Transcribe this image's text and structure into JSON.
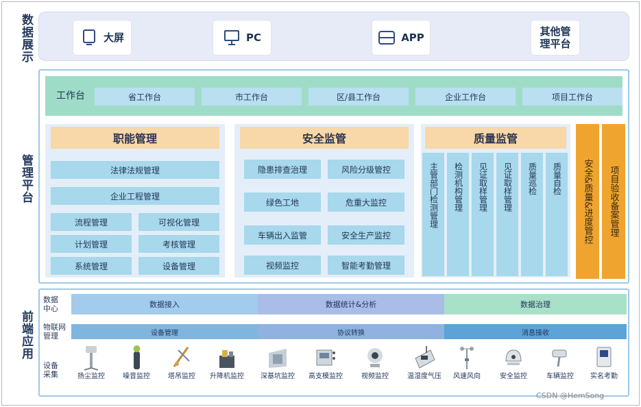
{
  "side_labels": {
    "display": "数据展示",
    "management": "管理平台",
    "frontend": "前端应用"
  },
  "display": {
    "cards": [
      {
        "label": "大屏",
        "icon": "monitor-icon"
      },
      {
        "label": "PC",
        "icon": "desktop-icon"
      },
      {
        "label": "APP",
        "icon": "tablet-icon"
      },
      {
        "label": "其他管理平台",
        "icon": ""
      }
    ]
  },
  "workbench": {
    "label": "工作台",
    "items": [
      "省工作台",
      "市工作台",
      "区/县工作台",
      "企业工作台",
      "项目工作台"
    ]
  },
  "functional": {
    "title": "职能管理",
    "rows_full": [
      "法律法规管理",
      "企业工程管理"
    ],
    "grid": [
      "流程管理",
      "可视化管理",
      "计划管理",
      "考核管理",
      "系统管理",
      "设备管理"
    ]
  },
  "safety": {
    "title": "安全监管",
    "grid": [
      "隐患排查治理",
      "风险分级管控",
      "绿色工地",
      "危重大监控",
      "车辆出入监管",
      "安全生产监控",
      "视频监控",
      "智能考勤管理"
    ]
  },
  "quality": {
    "title": "质量监管",
    "columns": [
      "主管部门检测管理",
      "检测机构管理",
      "见证取样管理",
      "见证取样管理",
      "质量巡检",
      "质量自检"
    ]
  },
  "orange": [
    "安全&质量&进度管控",
    "项目验收备案管理"
  ],
  "frontend": {
    "data_center_label": "数据中心",
    "iot_label": "物联网管理",
    "device_label": "设备采集",
    "data_center": [
      "数据接入",
      "数据统计&分析",
      "数据治理"
    ],
    "iot": [
      "设备管理",
      "协议转换",
      "消息接收"
    ],
    "devices": [
      {
        "label": "扬尘监控",
        "icon": "dust-sensor-icon"
      },
      {
        "label": "噪音监控",
        "icon": "noise-meter-icon"
      },
      {
        "label": "塔吊监控",
        "icon": "tower-crane-icon"
      },
      {
        "label": "升降机监控",
        "icon": "elevator-icon"
      },
      {
        "label": "深基坑监控",
        "icon": "foundation-pit-icon"
      },
      {
        "label": "高支模监控",
        "icon": "formwork-icon"
      },
      {
        "label": "视频监控",
        "icon": "camera-icon"
      },
      {
        "label": "温湿度气压",
        "icon": "thermometer-icon"
      },
      {
        "label": "风速风向",
        "icon": "anemometer-icon"
      },
      {
        "label": "安全监控",
        "icon": "helmet-icon"
      },
      {
        "label": "车辆监控",
        "icon": "vehicle-camera-icon"
      },
      {
        "label": "实名考勤",
        "icon": "attendance-icon"
      }
    ]
  },
  "watermark": "CSDN @HemSong",
  "colors": {
    "display_band": "#e6ebf7",
    "workbar": "#9fdcc7",
    "cell": "#a7d8ec",
    "panel_head": "#f8d7a8",
    "orange": "#f0a430",
    "data_access": "#a3ccec",
    "data_stats": "#a9bde6",
    "data_govern": "#a8e0c8",
    "iot_bar": "#5ba3d8"
  }
}
